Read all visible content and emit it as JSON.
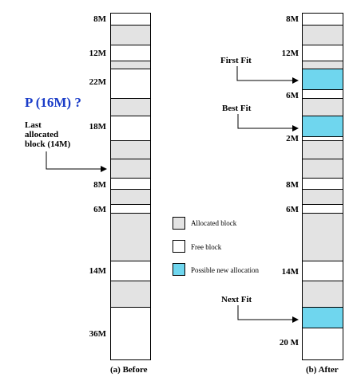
{
  "question": "P (16M) ?",
  "last_allocated": [
    "Last",
    "allocated",
    "block (14M)"
  ],
  "before": {
    "caption": "(a) Before",
    "size_labels": [
      "8M",
      "12M",
      "22M",
      "18M",
      "8M",
      "6M",
      "14M",
      "36M"
    ]
  },
  "after": {
    "caption": "(b) After",
    "size_labels": [
      "8M",
      "12M",
      "6M",
      "2M",
      "8M",
      "6M",
      "14M",
      "20 M"
    ],
    "strategies": [
      "First Fit",
      "Best Fit",
      "Next Fit"
    ]
  },
  "legend": {
    "items": [
      {
        "label": "Allocated block",
        "color": "#e3e3e3"
      },
      {
        "label": "Free block",
        "color": "#ffffff"
      },
      {
        "label": "Possible new allocation",
        "color": "#6fd6ee"
      }
    ]
  },
  "colors": {
    "allocated": "#e3e3e3",
    "free": "#ffffff",
    "new_allocation": "#6fd6ee",
    "question": "#1a3cc8"
  }
}
